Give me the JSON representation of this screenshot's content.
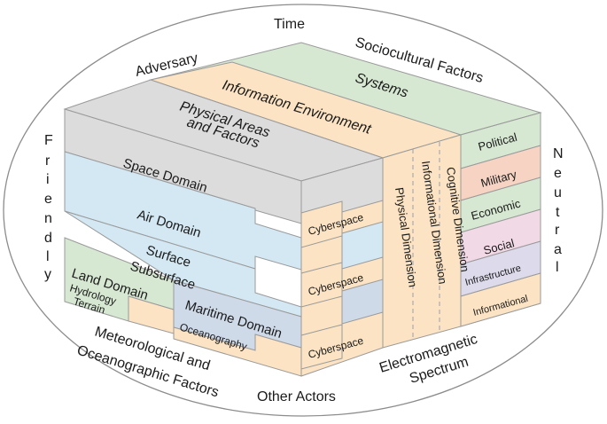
{
  "outer": {
    "time": "Time",
    "adversary": "Adversary",
    "sociocultural": "Sociocultural Factors",
    "friendly": "Friendly",
    "neutral": "Neutral",
    "meteorological_1": "Meteorological and",
    "meteorological_2": "Oceanographic Factors",
    "other_actors": "Other Actors",
    "electromagnetic_1": "Electromagnetic",
    "electromagnetic_2": "Spectrum"
  },
  "top": {
    "systems": "Systems",
    "information_environment": "Information Environment",
    "physical_areas_1": "Physical Areas",
    "physical_areas_2": "and Factors"
  },
  "front": {
    "space": "Space Domain",
    "air": "Air Domain",
    "surface": "Surface",
    "subsurface": "Subsurface",
    "land": "Land Domain",
    "hydrology": "Hydrology",
    "terrain": "Terrain",
    "maritime": "Maritime Domain",
    "oceanography": "Oceanography"
  },
  "side": {
    "cyberspace": [
      "Cyberspace",
      "Cyberspace",
      "Cyberspace"
    ],
    "physical_dimension": "Physical Dimension",
    "informational_dimension": "Informational Dimension",
    "cognitive_dimension": "Cognitive Dimension"
  },
  "pmesii": [
    "Political",
    "Military",
    "Economic",
    "Social",
    "Infrastructure",
    "Informational"
  ],
  "colors": {
    "gray": "#dcdcdc",
    "blue": "#d3e8f3",
    "green": "#d6e8d2",
    "orange": "#fbe3c3",
    "salmon": "#f6d3c3",
    "pink": "#f1d9e6",
    "lavender": "#dcdaeb",
    "slate": "#cfdae9"
  }
}
